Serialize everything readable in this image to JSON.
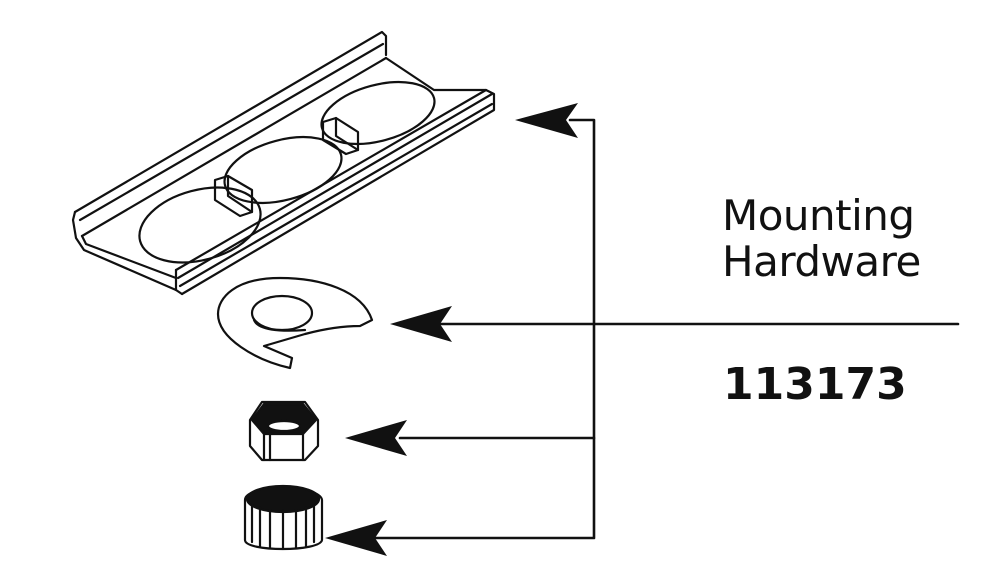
{
  "label": {
    "title_line1": "Mounting",
    "title_line2": "Hardware",
    "part_number": "113173"
  },
  "parts": [
    {
      "name": "mounting-bracket",
      "description": "Channel mounting bracket with three round openings"
    },
    {
      "name": "c-washer",
      "description": "Slotted horseshoe washer"
    },
    {
      "name": "hex-nut",
      "description": "Hex nut"
    },
    {
      "name": "knurled-coupling-nut",
      "description": "Knurled coupling nut"
    }
  ],
  "colors": {
    "line": "#111111",
    "background": "#ffffff"
  }
}
